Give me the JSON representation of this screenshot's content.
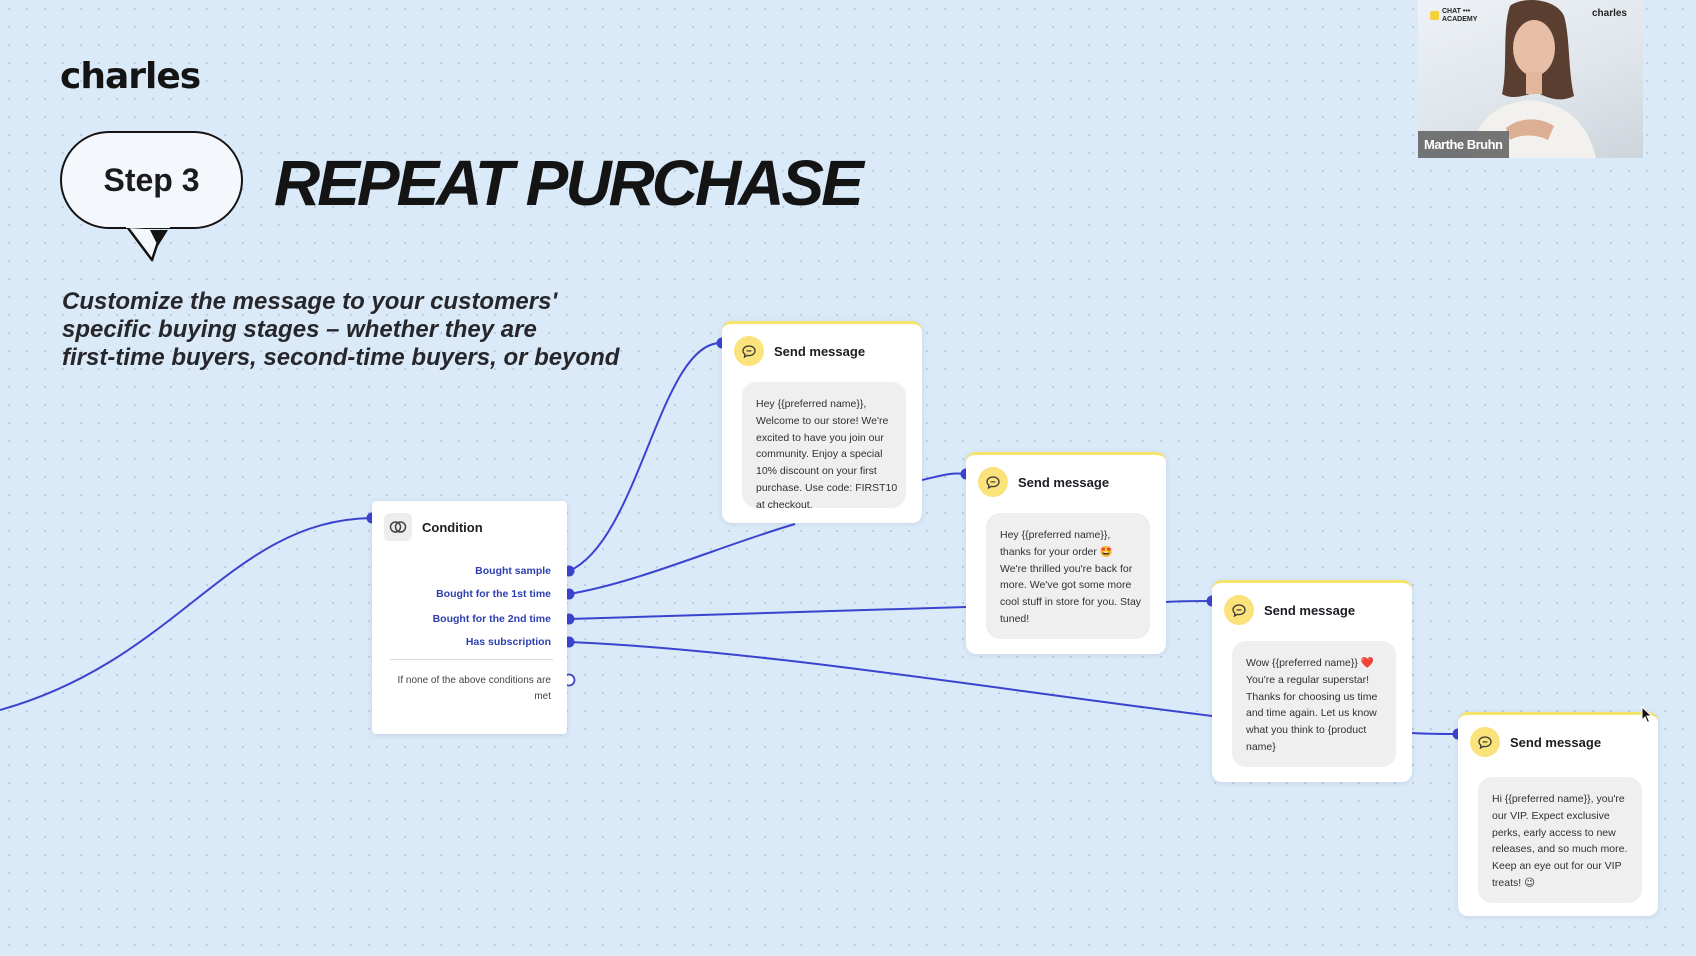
{
  "brand": "charles",
  "step_label": "Step 3",
  "headline": "REPEAT PURCHASE",
  "subtitle_lines": [
    "Customize the message to your customers'",
    "specific buying stages – whether they are",
    "first-time buyers, second-time buyers, or beyond"
  ],
  "condition": {
    "title": "Condition",
    "icon": "condition-icon",
    "options": [
      "Bought sample",
      "Bought for the 1st time",
      "Bought for the 2nd time",
      "Has subscription"
    ],
    "fallback": "If none of the above conditions are met"
  },
  "messages": [
    {
      "title": "Send message",
      "icon": "chat-icon",
      "text": "Hey {{preferred name}}, Welcome to our store! We're excited to have you join our community. Enjoy a special 10% discount on your first purchase. Use code: FIRST10 at checkout."
    },
    {
      "title": "Send message",
      "icon": "chat-icon",
      "text": "Hey {{preferred name}}, thanks for your order 🤩 We're thrilled you're back for more.  We've got some more cool stuff in store for you. Stay tuned!"
    },
    {
      "title": "Send message",
      "icon": "chat-icon",
      "text": "Wow {{preferred name}} ❤️ You're a regular superstar! Thanks for choosing us time and time again.  Let us know what you think to {product name}"
    },
    {
      "title": "Send message",
      "icon": "chat-icon",
      "text": "Hi {{preferred name}}, you're our VIP. Expect exclusive perks, early access to new releases, and so much more. Keep an eye out for our VIP treats! 😉"
    }
  ],
  "webcam": {
    "presenter_name": "Marthe Bruhn",
    "logo_lines": [
      "CHAT •••",
      "ACADEMY"
    ],
    "brand": "charles"
  },
  "colors": {
    "wire": "#3a44cf",
    "accent_yellow": "#fbe27a",
    "background": "#dbeaf8"
  }
}
